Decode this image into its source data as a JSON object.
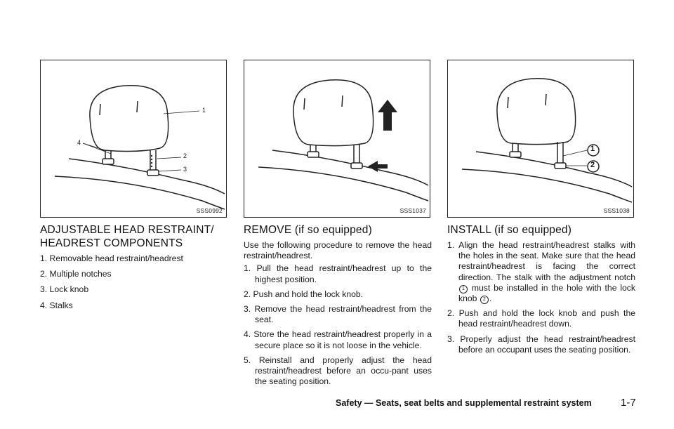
{
  "figures": [
    {
      "code": "SSS0992",
      "callouts": [
        "1",
        "2",
        "3",
        "4"
      ]
    },
    {
      "code": "SSS1037"
    },
    {
      "code": "SSS1038",
      "callouts": [
        "1",
        "2"
      ]
    }
  ],
  "col1": {
    "heading_line1": "ADJUSTABLE HEAD RESTRAINT/",
    "heading_line2": "HEADREST COMPONENTS",
    "items": [
      "1. Removable head restraint/headrest",
      "2. Multiple notches",
      "3. Lock knob",
      "4. Stalks"
    ]
  },
  "col2": {
    "heading": "REMOVE (if so equipped)",
    "intro": "Use the following procedure to remove the head restraint/headrest.",
    "steps": [
      "1. Pull the head restraint/headrest up to the highest position.",
      "2. Push and hold the lock knob.",
      "3. Remove the head restraint/headrest from the seat.",
      "4. Store the head restraint/headrest properly in a secure place so it is not loose in the vehicle.",
      "5. Reinstall and properly adjust the head restraint/headrest before an occu-pant uses the seating position."
    ]
  },
  "col3": {
    "heading": "INSTALL (if so equipped)",
    "step1_a": "1. Align the head restraint/headrest stalks with the holes in the seat. Make sure that the head restraint/headrest is facing the correct direction. The stalk with the adjustment notch",
    "step1_ref1": "1",
    "step1_b": "must be installed in the hole with the lock knob",
    "step1_ref2": "2",
    "step1_c": ".",
    "steps": [
      "2. Push and hold the lock knob and push the head restraint/headrest down.",
      "3. Properly adjust the head restraint/headrest before an occupant uses the seating position."
    ]
  },
  "footer": {
    "text": "Safety — Seats, seat belts and supplemental restraint system",
    "page": "1-7"
  }
}
